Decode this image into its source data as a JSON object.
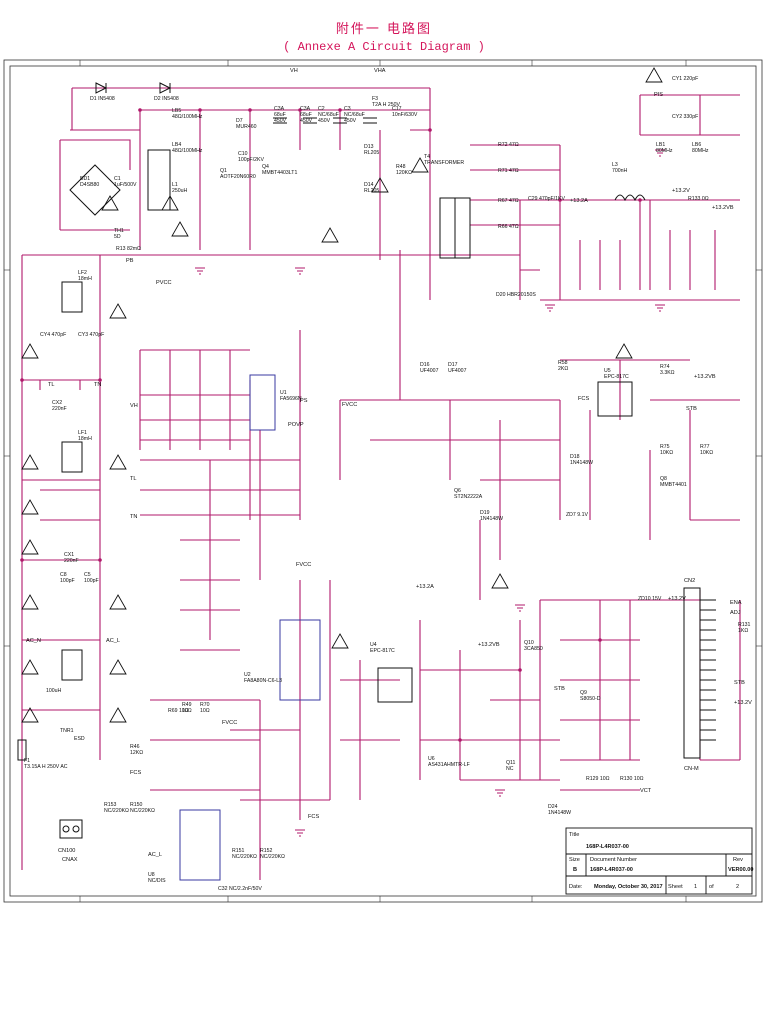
{
  "title": {
    "cn": "附件一  电路图",
    "en": "( Annexe A Circuit Diagram )"
  },
  "title_block": {
    "title_label": "Title",
    "title_value": "168P-L4R037-00",
    "size_label": "Size",
    "size_value": "B",
    "docnum_label": "Document Number",
    "docnum_value": "168P-L4R037-00",
    "rev_label": "Rev",
    "rev_value": "VER00.00",
    "date_label": "Date:",
    "date_value": "Monday, October 30, 2017",
    "sheet_label": "Sheet",
    "sheet_value": "1",
    "of_label": "of",
    "of_value": "2"
  },
  "connectors": {
    "cn100": "CN100",
    "cnax": "CNAX",
    "cn2": "CN2",
    "cnm": "CN-M"
  },
  "labels": {
    "vh": "VH",
    "vha": "VHA",
    "pvcc": "PVCC",
    "fvcc": "FVCC",
    "fcs": "FCS",
    "stb": "STB",
    "pb": "PB",
    "ps": "PS",
    "povp": "POVP",
    "p13v": "+13.2V",
    "p13vb": "+13.2VB",
    "p13a": "+13.2A",
    "ac_n": "AC_N",
    "ac_l": "AC_L",
    "tl": "TL",
    "tn": "TN",
    "ena": "ENA",
    "adj": "ADJ",
    "vct": "VCT",
    "pis": "PIS"
  },
  "parts": {
    "d1": "D1  IN5408",
    "d2": "D2  IN5408",
    "bd1": "BD1\nD4SB80",
    "c1": "C1\n1uF/500V",
    "th1": "TH1\n5D",
    "r13": "R13  82mΩ",
    "lb5": "LB5\n48Ω/100MHz",
    "lb4": "LB4\n48Ω/100MHz",
    "l1": "L1\n250uH",
    "d7": "D7\nMUR460",
    "c10": "C10\n100pF/2KV",
    "q1": "Q1\nAOTF20N60R0",
    "q4": "Q4\nMMBT4403LT1",
    "c3a": "C3A\n68uF\n450V",
    "c3b": "C3A\n68uF\n450V",
    "c2": "C2\nNC/68uF\n450V",
    "c3": "C3\nNC/68uF\n450V",
    "f3": "F3\nT2A H 250V",
    "c17": "C17\n10nF/630V",
    "d13": "D13\nRL205",
    "d14": "D14\nRL205",
    "r48": "R48\n120KΩ",
    "t4": "T4\nTRANSFORMER",
    "r72": "R72  47Ω",
    "r71": "R71  47Ω",
    "r67": "R67  47Ω",
    "r66": "R66  47Ω",
    "c29": "C29  470pF/1KV",
    "l3": "L3\n700nH",
    "r133": "R133  0Ω",
    "cy1": "CY1  220pF",
    "cy2": "CY2  330pF",
    "lb1": "LB1\n80MHz",
    "lb6": "LB6\n80MHz",
    "lf2": "LF2\n18mH",
    "cy4": "CY4  470pF",
    "cy3": "CY3  470pF",
    "cx2": "CX2\n220nF",
    "lf1": "LF1\n18mH",
    "cx1": "CX1\n220nF",
    "c8": "C8\n100pF",
    "c5": "C5\n100pF",
    "lx1": "100uH",
    "tnr1": "TNR1",
    "esd": "ESD",
    "f1": "F1\nT3.15A H 250V AC",
    "u1": "U1\nFA5696N",
    "u2": "U2\nFA8A80N-C6-L3",
    "u4": "U4\nEPC-817C",
    "u5": "U5\nEPC-817C",
    "u6": "U6\nAS431AHMTR-LF",
    "u8": "U8\nNC/DIS",
    "q6": "Q6\nST2N2222A",
    "q8": "Q8\nMMBT4401",
    "q9": "Q9\nS8050-D",
    "q10": "Q10\n3CA850",
    "q11": "Q11\nNC",
    "d20": "D20  HBR20150S",
    "zd10": "ZD10  15V",
    "d17": "D17\nUF4007",
    "d16": "D16\nUF4007",
    "d19": "D19\n1N4148W",
    "d18": "D18\n1N4148W",
    "d24": "D24\n1N4148W",
    "zd7": "ZD7  9.1V",
    "r58": "R58\n2KΩ",
    "r74": "R74\n3.3KΩ",
    "r75": "R75\n10KΩ",
    "r77": "R77\n10KΩ",
    "r131": "R131\n1KΩ",
    "r150": "R150\nNC/220KΩ",
    "r153": "R153\nNC/220KΩ",
    "r151": "R151\nNC/220KΩ",
    "r152": "R152\nNC/220KΩ",
    "c32": "C32  NC/2.2nF/50V",
    "r46": "R46\n12KΩ",
    "r49": "R49\n10Ω",
    "r70": "R70\n10Ω",
    "r129": "R129  10Ω",
    "r130": "R130  10Ω",
    "r69": "R69  10Ω"
  }
}
